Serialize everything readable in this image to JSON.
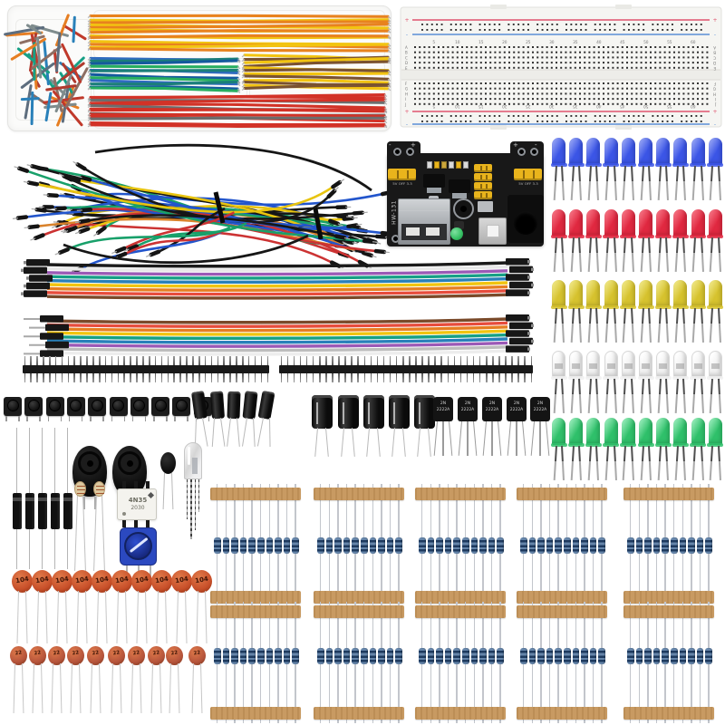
{
  "scene": {
    "background": "#ffffff",
    "label": "electronics-starter-kit-components"
  },
  "wire_box": {
    "tray_color": "#fbfbfa",
    "groups": [
      {
        "id": "short-mixed-pile",
        "count": 44,
        "colors": [
          "#e67e22",
          "#c0392b",
          "#7f8c8d",
          "#2980b9",
          "#16a085",
          "#8d6e63",
          "#b03a2e",
          "#5d6d7e"
        ]
      },
      {
        "id": "long-top",
        "count": 13,
        "colors": [
          "#e8821e",
          "#f2c411"
        ]
      },
      {
        "id": "medium-blue-green",
        "count": 12,
        "colors": [
          "#2f6bbf",
          "#1b7f79",
          "#145a9e",
          "#27ae60"
        ]
      },
      {
        "id": "medium-yellow-brown",
        "count": 12,
        "colors": [
          "#f2c411",
          "#7a5230"
        ]
      },
      {
        "id": "long-red-gray",
        "count": 14,
        "colors": [
          "#d23227",
          "#d23227",
          "#6d6d6d"
        ]
      }
    ]
  },
  "breadboard": {
    "body_color": "#f5f5f2",
    "rail_red": "#e0556e",
    "rail_blue": "#5b8fd6",
    "hole_color": "#2f2f2f",
    "column_numbers": [
      "5",
      "10",
      "15",
      "20",
      "25",
      "30",
      "35",
      "40",
      "45",
      "50",
      "55",
      "60"
    ],
    "row_letters_upper": [
      "A",
      "B",
      "C",
      "D",
      "E"
    ],
    "row_letters_lower": [
      "F",
      "G",
      "H",
      "I",
      "J"
    ],
    "plus_mark": "+",
    "minus_mark": "-"
  },
  "jumper_bundle": {
    "count": 30,
    "colors": [
      "#161616",
      "#cc3333",
      "#2255cc",
      "#18a06a",
      "#e8c40f",
      "#161616",
      "#d9822b",
      "#2255cc"
    ],
    "tie_color": "#0a0a0a"
  },
  "power_module": {
    "board_color": "#181818",
    "model_marking": "HW-131",
    "jumper_label": "5V OFF 3.3",
    "plus_mark": "+",
    "minus_mark": "-",
    "jumper_color": "#e9b41c",
    "led_color": "#35c063"
  },
  "led_assortment": {
    "rows": [
      {
        "color_name": "blue",
        "body": "#3b55e6",
        "light": "#8a9af2",
        "count": 10
      },
      {
        "color_name": "red",
        "body": "#e02840",
        "light": "#f2697a",
        "count": 10
      },
      {
        "color_name": "yellow",
        "body": "#d6c22e",
        "light": "#ece27a",
        "count": 10
      },
      {
        "color_name": "white",
        "body": "#f0f0f0",
        "light": "#ffffff",
        "count": 10
      },
      {
        "color_name": "green",
        "body": "#2fc06a",
        "light": "#8ae6b0",
        "count": 10
      }
    ]
  },
  "ribbon_cables": [
    {
      "id": "rainbow-cable-top",
      "wire_colors": [
        "#1a1a1a",
        "#e8e8e8",
        "#9b59b6",
        "#16a085",
        "#2980b9",
        "#f1c40f",
        "#e67e22",
        "#e74c3c",
        "#7a4a2a"
      ],
      "connector_color": "#171717"
    },
    {
      "id": "rainbow-cable-bottom",
      "wire_colors": [
        "#7a4a2a",
        "#e74c3c",
        "#e67e22",
        "#f1c40f",
        "#16a085",
        "#2980b9",
        "#9b59b6",
        "#bdbdbd",
        "#ededed"
      ],
      "connector_color": "#171717"
    }
  ],
  "pin_headers": {
    "strips": 2,
    "pins_per_strip": 40,
    "color": "#191919",
    "pin_color": "#8a8a8a"
  },
  "tactile_buttons": {
    "count": 10,
    "color": "#1b1b1b"
  },
  "electrolytic_capacitors_small": {
    "count": 5,
    "color": "#0b0b0b"
  },
  "electrolytic_capacitors_large": {
    "count": 5,
    "color": "#0b0b0b"
  },
  "transistors": {
    "count": 5,
    "marking_line1": "2N",
    "marking_line2": "2222A",
    "color": "#141414"
  },
  "diodes": {
    "count": 5,
    "color": "#101010",
    "band_color": "#4a4a4a"
  },
  "buzzers": {
    "count": 2,
    "color": "#0c0c0c"
  },
  "photoresistors": {
    "count": 2,
    "color": "#dcc9a0",
    "trace_color": "#a0522d"
  },
  "thermistor": {
    "count": 1,
    "color": "#0d0d0d"
  },
  "rgb_led": {
    "count": 1,
    "body": "#e8e8e8",
    "legs": 4
  },
  "optocoupler": {
    "marking_line1": "4N35",
    "marking_line2": "2030",
    "body": "#f4f3ee"
  },
  "potentiometer": {
    "count": 1,
    "body": "#2b49c0",
    "knob": "#16277c"
  },
  "ceramic_capacitors_large": {
    "count": 10,
    "marking": "104",
    "color": "#c8502a"
  },
  "ceramic_capacitors_small": {
    "count": 10,
    "marking": "22",
    "color": "#b5543b"
  },
  "resistors": {
    "bundles": 10,
    "per_bundle": 10,
    "grid": "5 columns x 2 rows",
    "body_color": "#6585aa",
    "band_color": "#1e3a5f",
    "lead_color": "#c3c6cc",
    "tape_color": "#c89a62"
  }
}
